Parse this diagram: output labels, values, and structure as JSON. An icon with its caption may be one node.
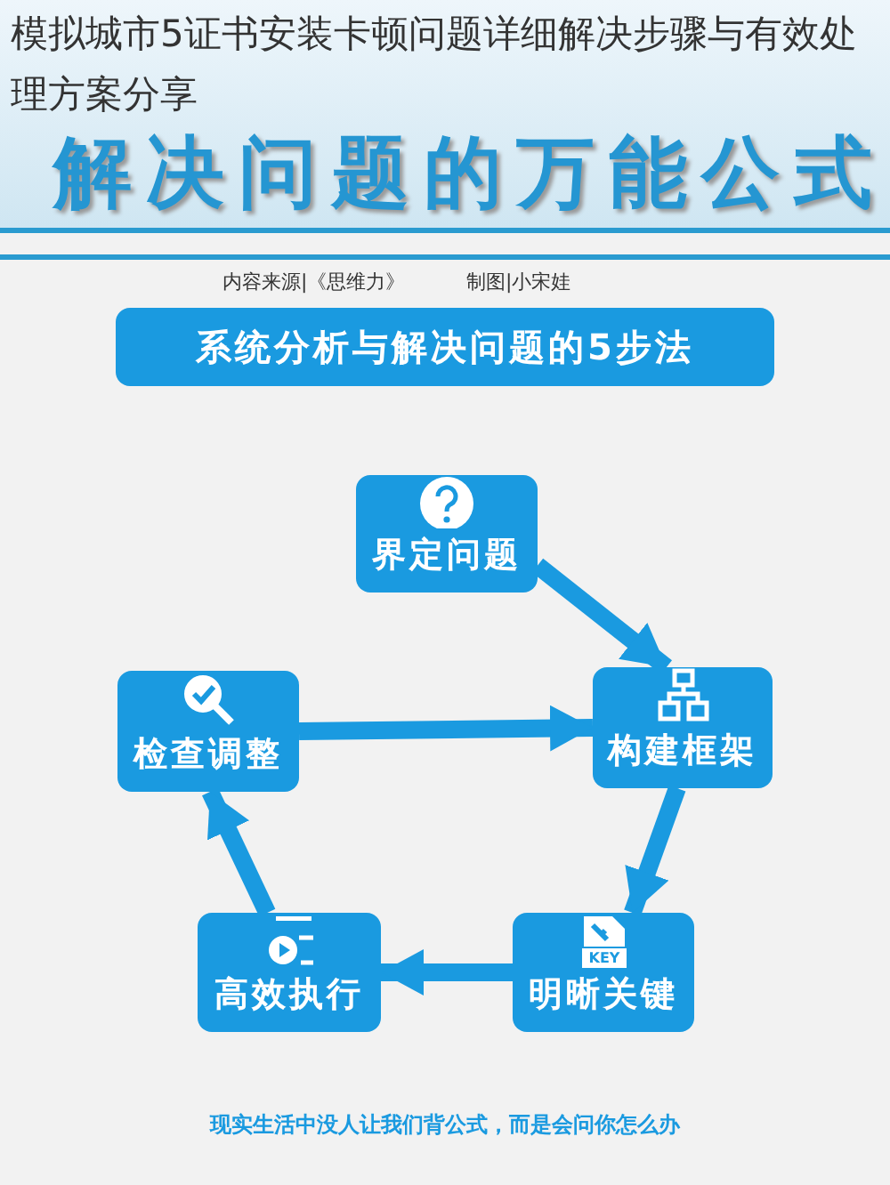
{
  "diagram": {
    "title": "模拟城市5证书安装卡顿问题详细解决步骤与有效处理方案分享",
    "nodes": [
      {
        "text": [
          "系统分析与解决问题的5步法"
        ]
      },
      {
        "text": [
          "界定问题"
        ]
      },
      {
        "text": [
          "构建框架"
        ]
      },
      {
        "text": [
          "明晰关键"
        ]
      },
      {
        "text": [
          "高效执行"
        ]
      },
      {
        "text": [
          "检查调整"
        ]
      }
    ],
    "edges": [
      {
        "from": 1,
        "to": 2,
        "arrow": "to"
      },
      {
        "from": 2,
        "to": 3,
        "arrow": "to"
      },
      {
        "from": 3,
        "to": 4,
        "arrow": "to"
      },
      {
        "from": 4,
        "to": 5,
        "arrow": "to"
      },
      {
        "from": 5,
        "to": 2,
        "arrow": "to"
      }
    ],
    "labels": [
      "解决问题的万能公式",
      "内容来源|《思维力》",
      "制图|小宋娃",
      "KEY",
      "现实生活中没人让我们背公式，而是会问你怎么办"
    ]
  }
}
